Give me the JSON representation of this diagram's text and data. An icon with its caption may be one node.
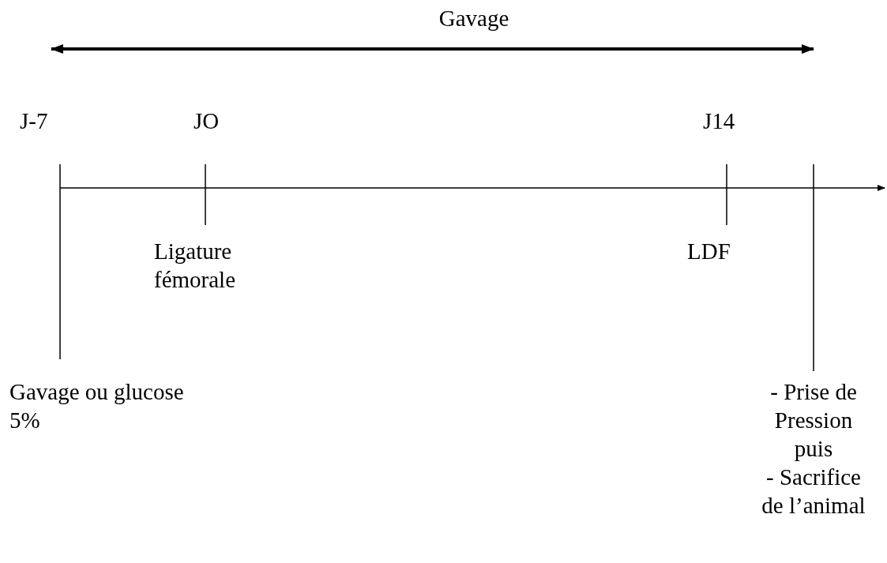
{
  "diagram": {
    "labels": [
      "Gavage",
      "J-7",
      "JO",
      "J14",
      "Ligature fémorale",
      "LDF",
      "Gavage ou glucose 5%",
      "- Prise de Pression puis",
      "- Sacrifice de l’animal"
    ]
  }
}
